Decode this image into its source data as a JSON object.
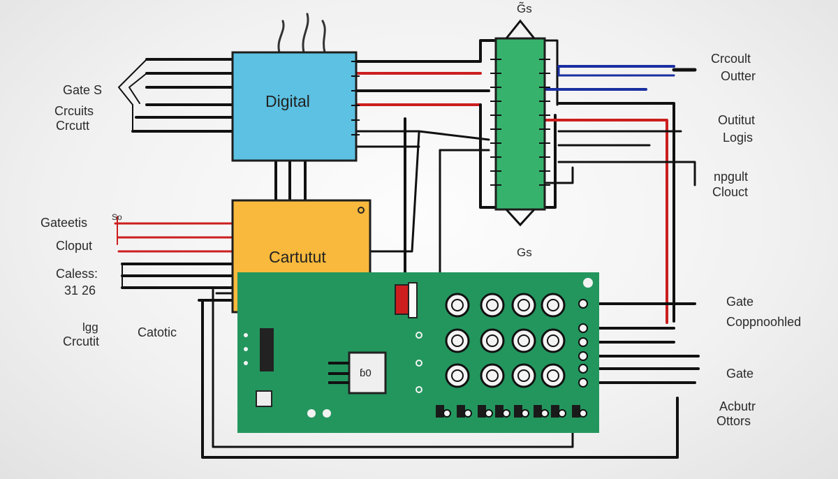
{
  "blocks": {
    "digital": "Digital",
    "cartutut": "Cartutut",
    "chip_text": "ɓ0"
  },
  "labels": {
    "top_center": "G̃s",
    "bottom_center": "Gs",
    "gate_s": "Gate S",
    "crcuits": "Crcuits",
    "crcutt": "Crcutt",
    "gateetis": "Gateetis",
    "so": "So",
    "cloput": "Cloput",
    "caless": "Caless:",
    "num_31_26": "31  26",
    "lgg": "lgg",
    "crcutit": "Crcutit",
    "catotic": "Catotic",
    "crcoult": "Crcoult",
    "outter": "Outter",
    "outitut": "Outitut",
    "logis": "Logis",
    "npgult": "npgult",
    "cloust": "Clouct",
    "gate_right_1": "Gate",
    "coppnoohled": "Coppnoohled",
    "gate_right_2": "Gate",
    "acbutr": "Acbutr",
    "ottors": "Ottors"
  },
  "colors": {
    "blue_block": "#5cc1e2",
    "orange_block": "#f8b93d",
    "green_board": "#23965e",
    "green_chip": "#37b26c",
    "red_wire": "#cc1e1e",
    "blue_wire": "#1a2fa0",
    "black_wire": "#111111"
  }
}
